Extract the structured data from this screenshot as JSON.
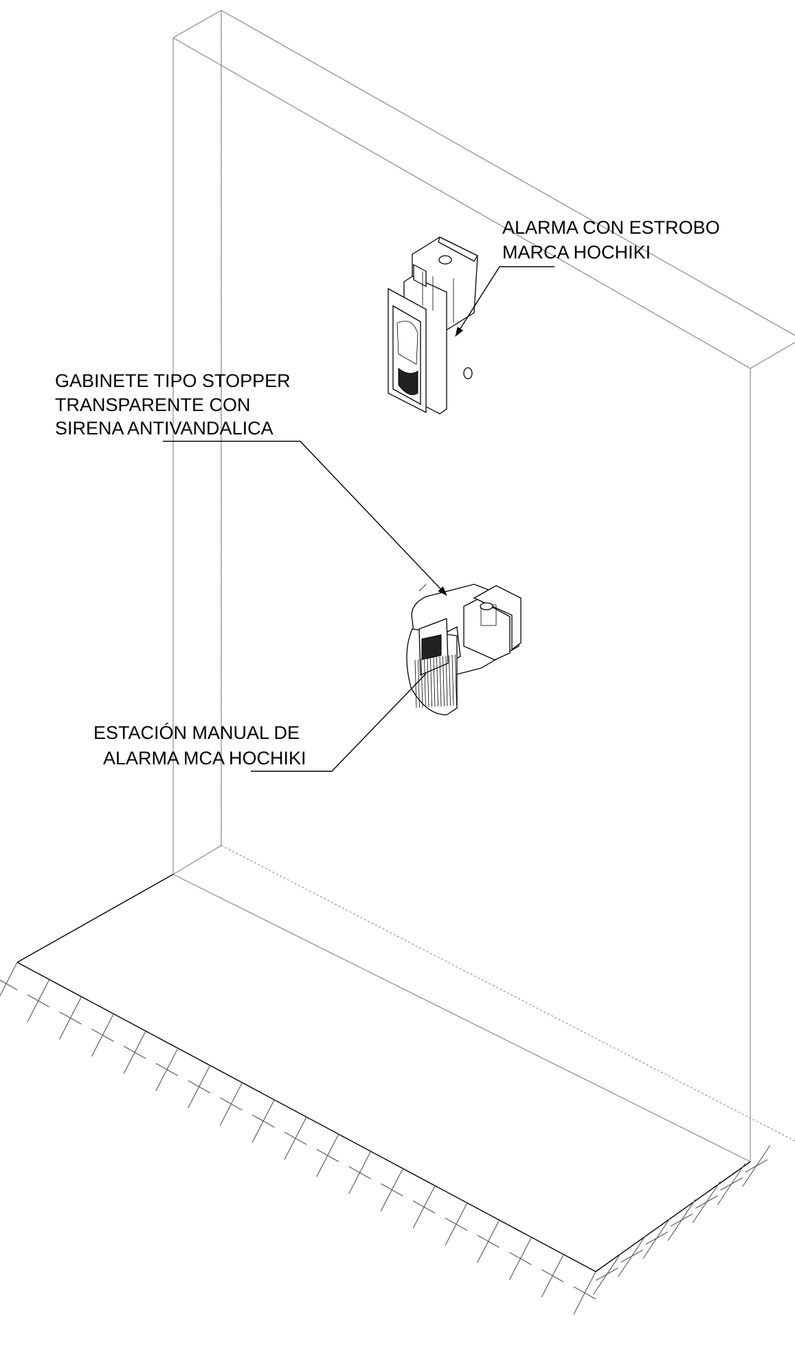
{
  "labels": {
    "alarm_strobe_line1": "ALARMA CON ESTROBO",
    "alarm_strobe_line2": "MARCA HOCHIKI",
    "stopper_line1": "GABINETE TIPO STOPPER",
    "stopper_line2": "TRANSPARENTE CON",
    "stopper_line3": "SIRENA ANTIVANDALICA",
    "manual_station_line1": "ESTACIÓN MANUAL DE",
    "manual_station_line2": "ALARMA MCA HOCHIKI"
  }
}
